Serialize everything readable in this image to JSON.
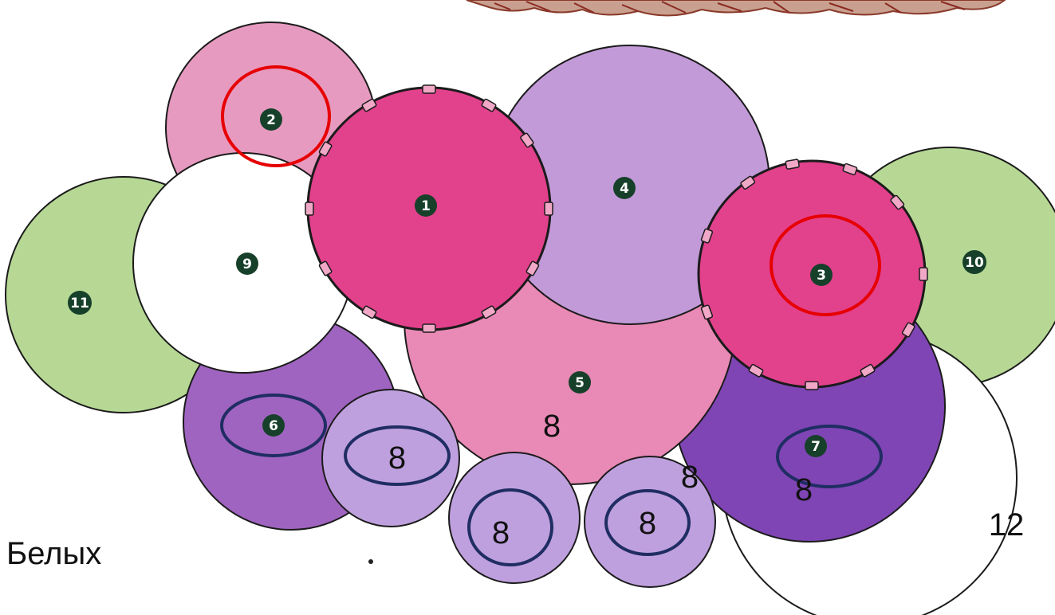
{
  "colors": {
    "pink_light": "#e79ac0",
    "pink_medium": "#e989b5",
    "magenta": "#e2418c",
    "violet_light": "#c29ad8",
    "violet_pale": "#bfa0de",
    "violet_medium": "#9f64c0",
    "violet_dark": "#7f45b4",
    "green": "#b6d894",
    "white": "#ffffff",
    "outline": "#1b1b1b",
    "badge": "#17402a",
    "annotation_red": "#e60000",
    "annotation_navy": "#1f2d63"
  },
  "badges": [
    "1",
    "2",
    "3",
    "4",
    "5",
    "6",
    "7",
    "9",
    "10",
    "11"
  ],
  "labels": {
    "eight_1": "8",
    "eight_2": "8",
    "eight_3": "8",
    "eight_4": "8",
    "eight_5": "8",
    "eight_6": "8",
    "twelve": "12",
    "white_caption": "Белых"
  }
}
